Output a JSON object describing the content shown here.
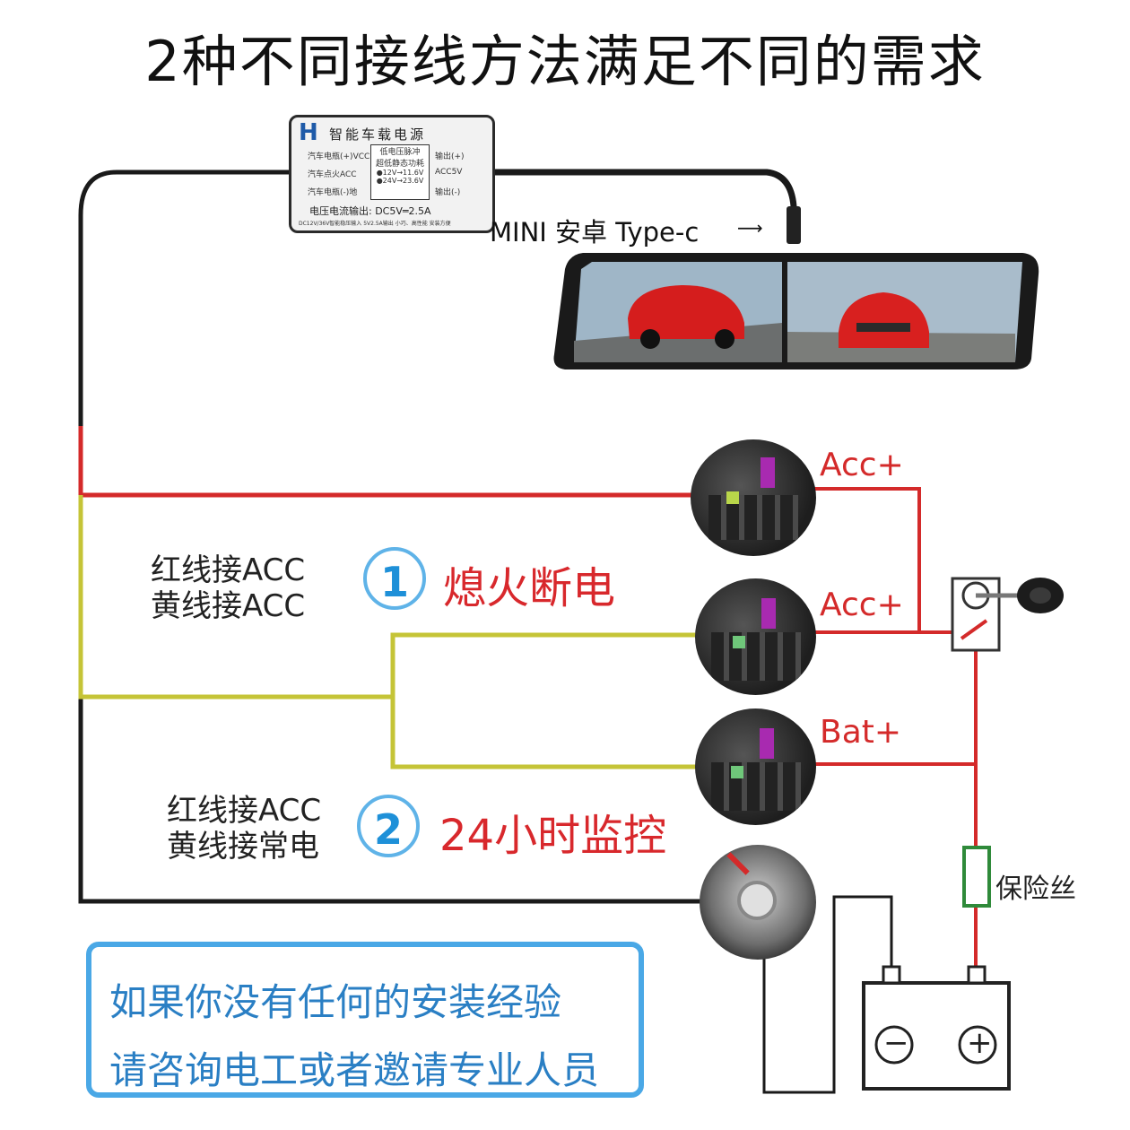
{
  "title": "2种不同接线方法满足不同的需求",
  "module": {
    "logo": "H",
    "name": "智能车载电源",
    "left_rows": [
      "汽车电瓶(+)VCC",
      "汽车点火ACC",
      "汽车电瓶(-)地"
    ],
    "center_box": [
      "低电压脉冲",
      "超低静态功耗",
      "●12V→11.6V",
      "●24V→23.6V"
    ],
    "right_rows": [
      "输出(+)",
      "ACC5V",
      "输出(-)"
    ],
    "output_spec": "电压电流输出: DC5V═2.5A",
    "footer": "DC12V/36V智能稳压输入 5V2.5A输出 小巧、高性能 安装方便"
  },
  "connector_label": "MINI 安卓 Type-c",
  "labels": {
    "acc1": "Acc+",
    "acc2": "Acc+",
    "bat": "Bat+",
    "fuse": "保险丝"
  },
  "method1": {
    "number": "1",
    "line1": "红线接ACC",
    "line2": "黄线接ACC",
    "desc": "熄火断电"
  },
  "method2": {
    "number": "2",
    "line1": "红线接ACC",
    "line2": "黄线接常电",
    "desc": "24小时监控"
  },
  "notice": {
    "line1": "如果你没有任何的安装经验",
    "line2": "请咨询电工或者邀请专业人员"
  },
  "battery": {
    "neg": "−",
    "pos": "+"
  },
  "colors": {
    "red_wire": "#d42a2a",
    "yellow_wire": "#c5c437",
    "black_wire": "#1a1a1a",
    "accent_blue": "#4aa8e6",
    "fuse_green": "#2f8a3a"
  },
  "icons": {
    "key": "car-key-icon",
    "ignition": "ignition-switch-icon",
    "battery": "car-battery-icon",
    "fuse_box": "fuse-box-icon",
    "ground": "ground-bolt-icon",
    "mirror": "dashcam-mirror-icon"
  }
}
